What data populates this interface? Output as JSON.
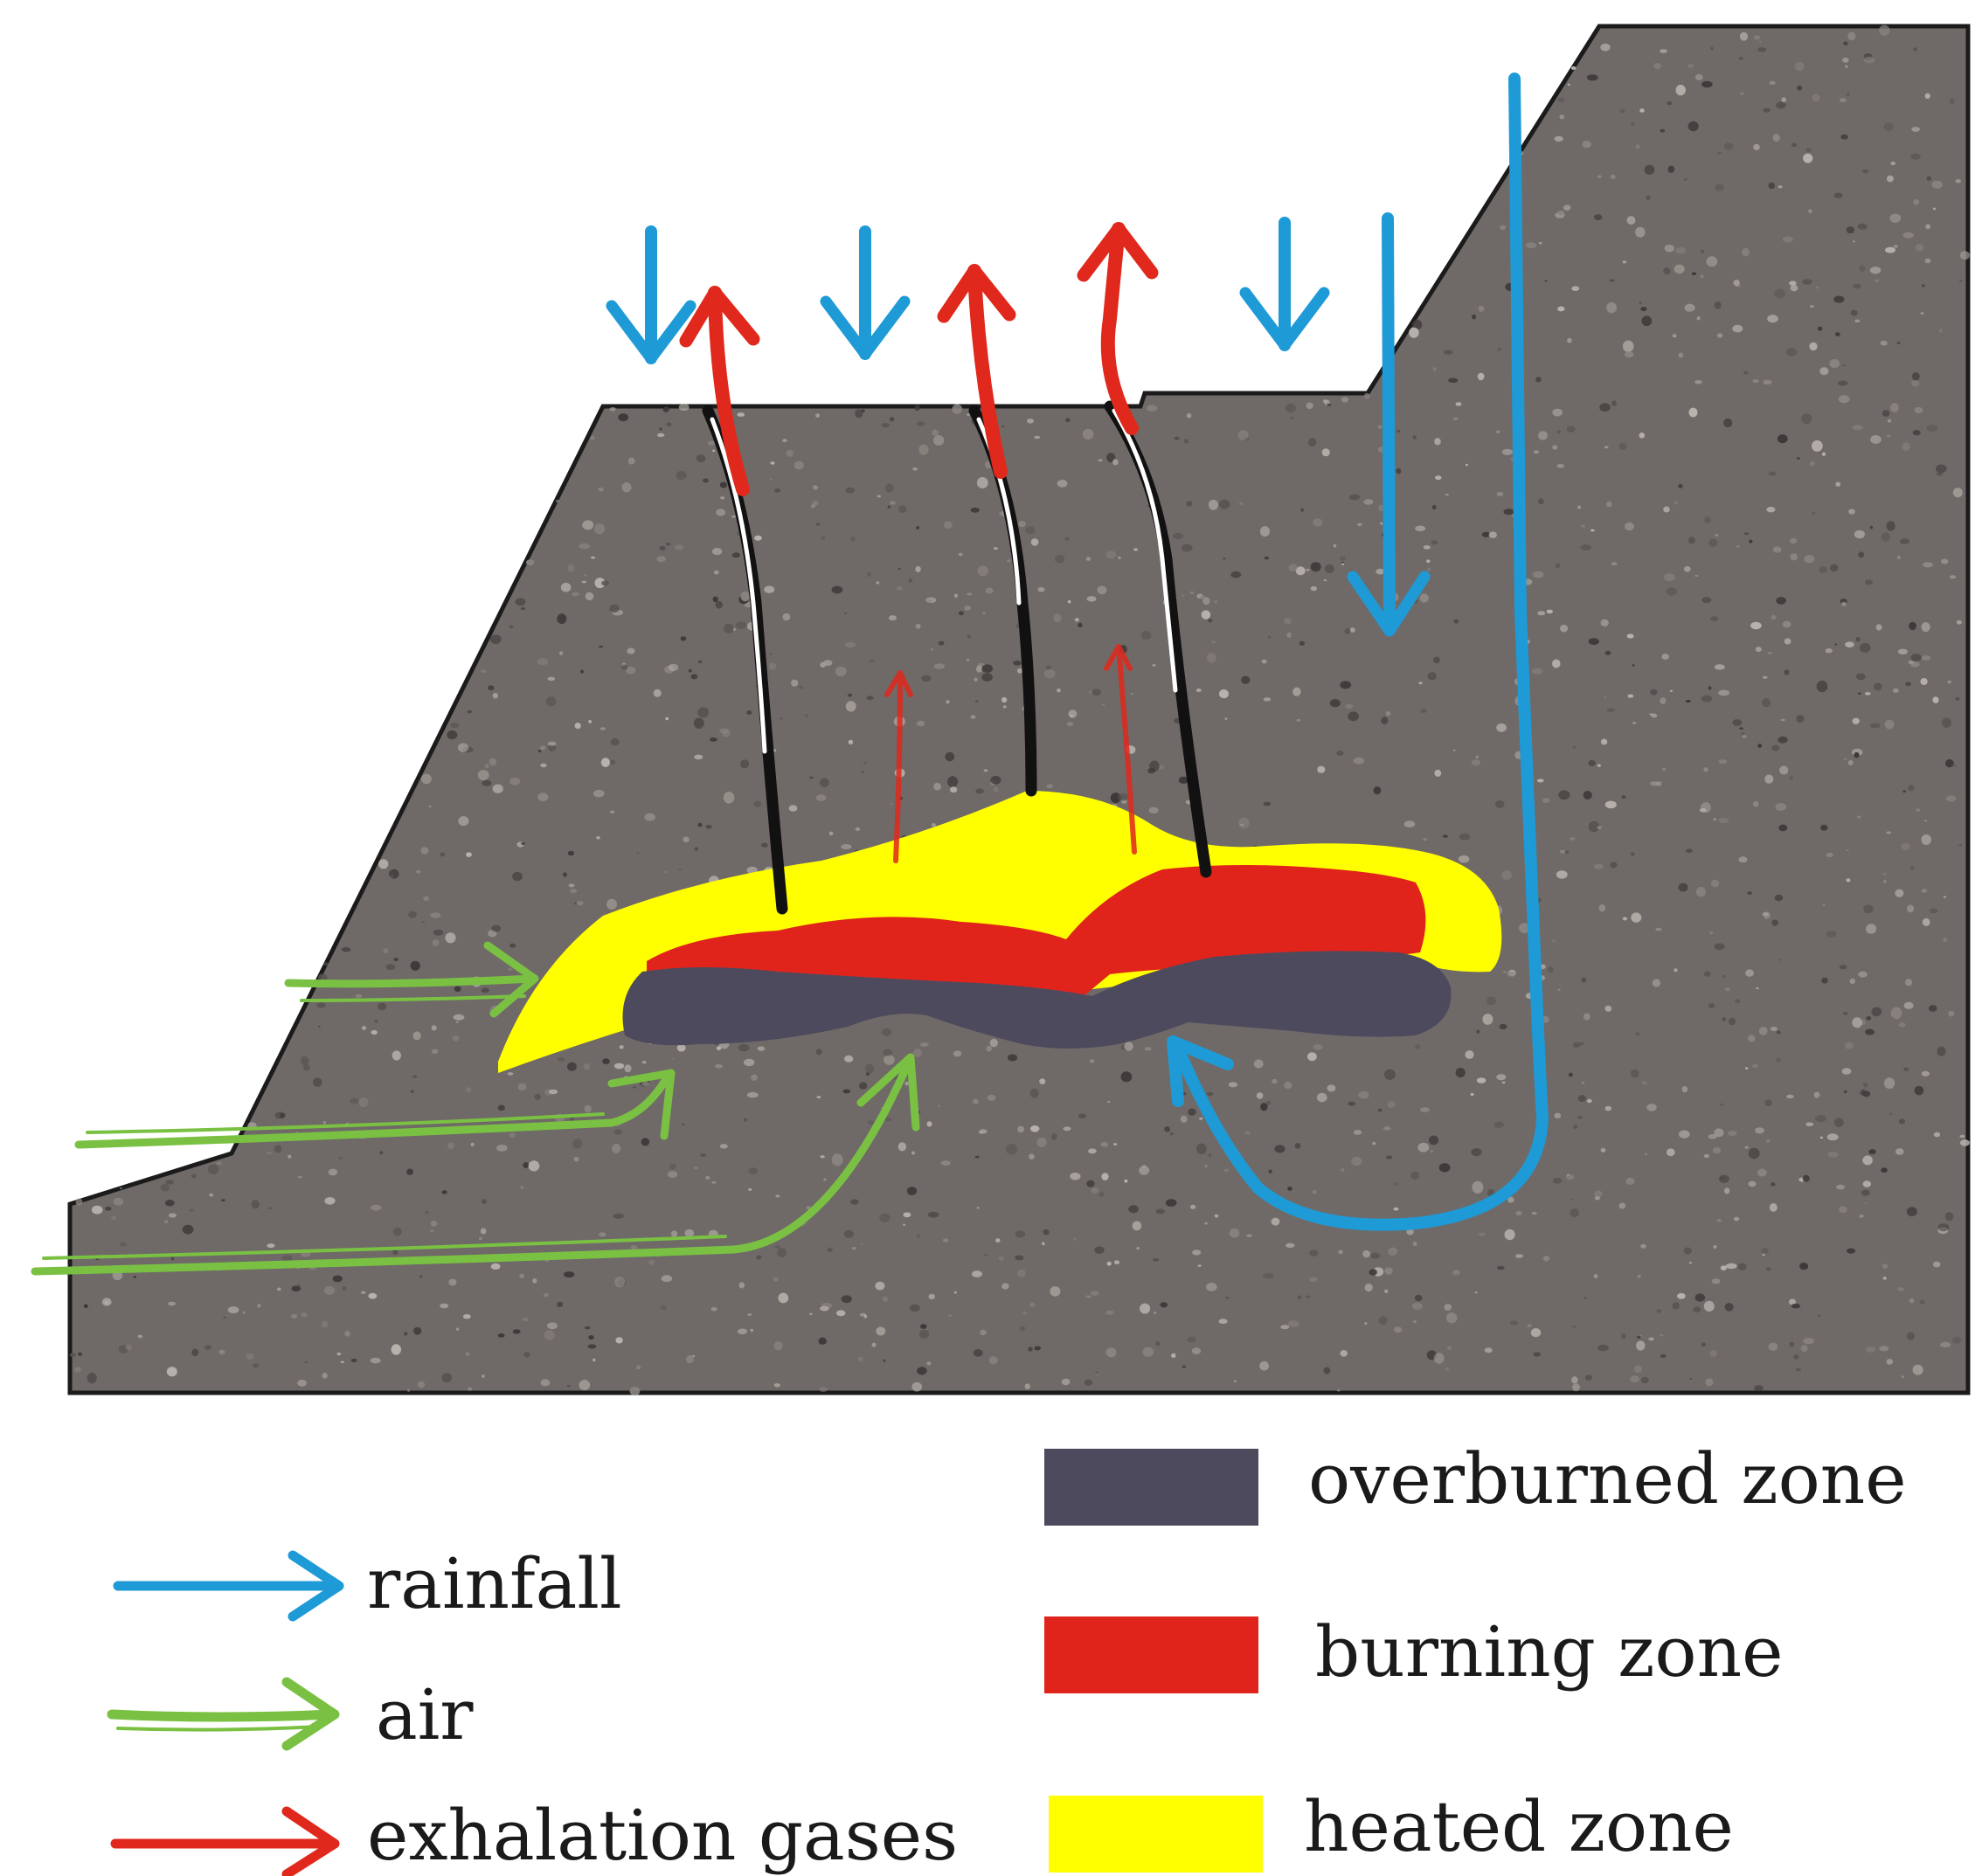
{
  "colors": {
    "rainfall": "#1e9ad6",
    "air": "#7ac143",
    "exhalation": "#e0281c",
    "overburned": "#4e4a5e",
    "burning": "#e0241b",
    "heated": "#ffff00",
    "rock": "#6f6a67",
    "rock_dark": "#3e3a39",
    "rock_light": "#b9b3ae",
    "outline": "#1b1b1b"
  },
  "legend": {
    "rainfall_label": "rainfall",
    "air_label": "air",
    "exhalation_label": "exhalation gases",
    "overburned_label": "overburned zone",
    "burning_label": "burning zone",
    "heated_label": "heated zone"
  }
}
